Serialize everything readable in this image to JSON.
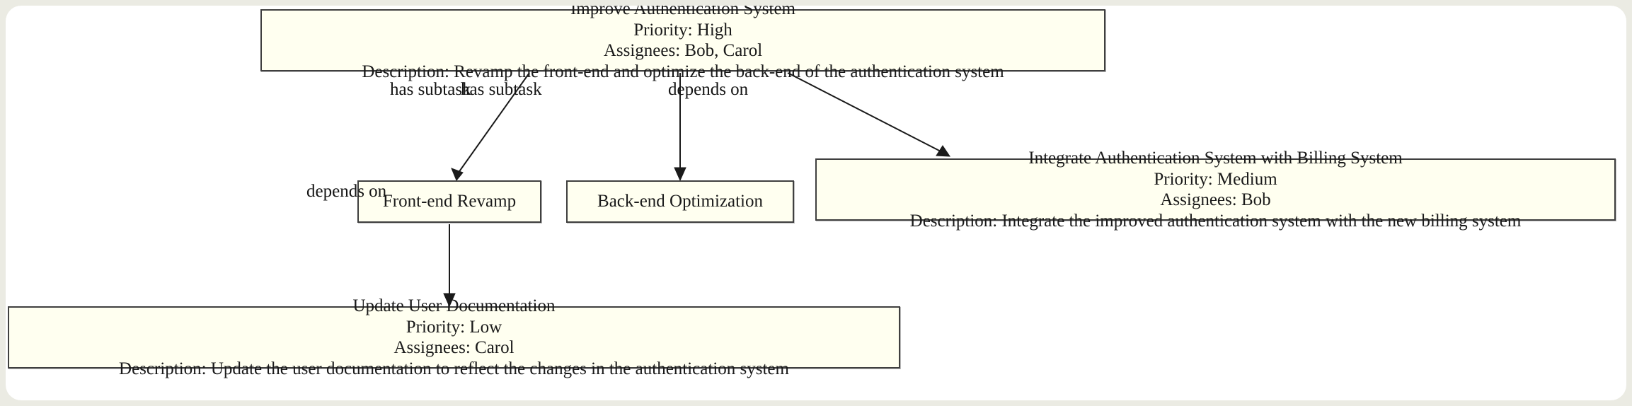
{
  "diagram": {
    "type": "task-dependency-graph",
    "background_color": "#ebebe3",
    "canvas_color": "#ffffff",
    "node_fill_color": "#fffff0",
    "node_border_color": "#3f3f3f",
    "edge_color": "#1a1a1a",
    "nodes": [
      {
        "id": "improve-auth",
        "title": "Improve Authentication System",
        "priority": "Priority: High",
        "assignees": "Assignees: Bob, Carol",
        "description": "Description: Revamp the front-end and optimize the back-end of the authentication system"
      },
      {
        "id": "frontend-revamp",
        "title": "Front-end Revamp"
      },
      {
        "id": "backend-opt",
        "title": "Back-end Optimization"
      },
      {
        "id": "integrate-billing",
        "title": "Integrate Authentication System with Billing System",
        "priority": "Priority: Medium",
        "assignees": "Assignees: Bob",
        "description": "Description: Integrate the improved authentication system with the new billing system"
      },
      {
        "id": "update-docs",
        "title": "Update User Documentation",
        "priority": "Priority: Low",
        "assignees": "Assignees: Carol",
        "description": "Description: Update the user documentation to reflect the changes in the authentication system"
      }
    ],
    "edges": [
      {
        "id": "e1",
        "from": "improve-auth",
        "to": "frontend-revamp",
        "label": "has subtask"
      },
      {
        "id": "e2",
        "from": "improve-auth",
        "to": "backend-opt",
        "label": "has subtask"
      },
      {
        "id": "e3",
        "from": "improve-auth",
        "to": "integrate-billing",
        "label": "depends on"
      },
      {
        "id": "e4",
        "from": "frontend-revamp",
        "to": "update-docs",
        "label": "depends on"
      }
    ]
  }
}
